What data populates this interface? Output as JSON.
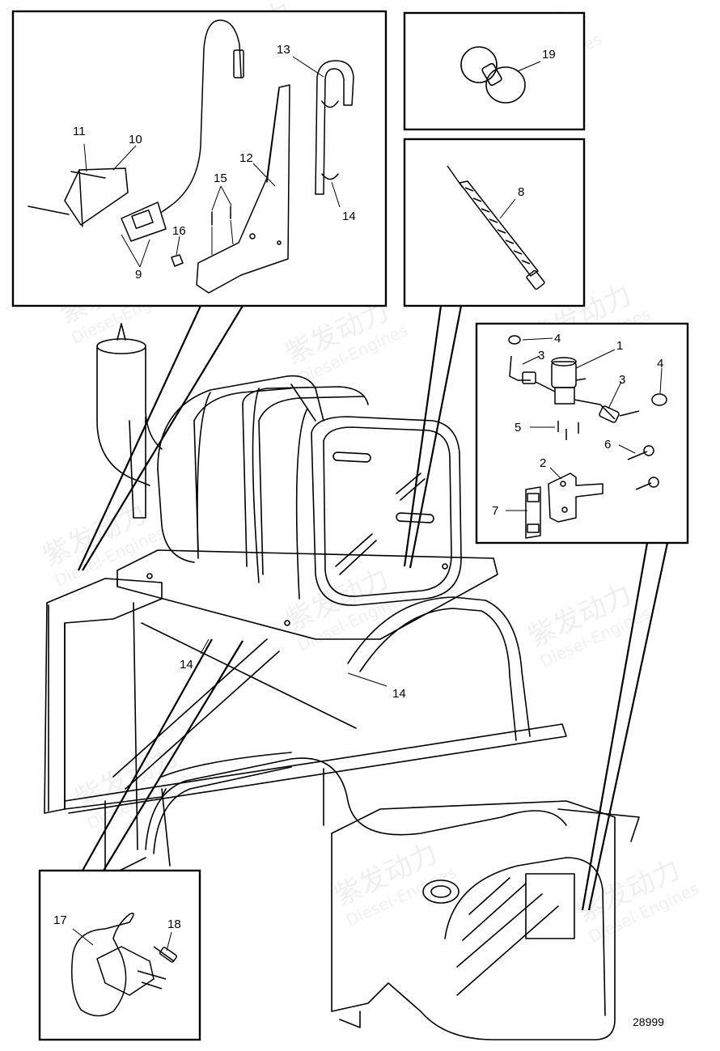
{
  "drawing_number": "28999",
  "watermark": {
    "cn": "紫发动力",
    "en": "Diesel-Engines"
  },
  "callouts": {
    "c1": "1",
    "c2": "2",
    "c3a": "3",
    "c3b": "3",
    "c4a": "4",
    "c4b": "4",
    "c5": "5",
    "c6": "6",
    "c7": "7",
    "c8": "8",
    "c9": "9",
    "c10": "10",
    "c11": "11",
    "c12": "12",
    "c13": "13",
    "c14a": "14",
    "c14b": "14",
    "c14c": "14",
    "c15": "15",
    "c16": "16",
    "c17": "17",
    "c18": "18",
    "c19": "19"
  }
}
